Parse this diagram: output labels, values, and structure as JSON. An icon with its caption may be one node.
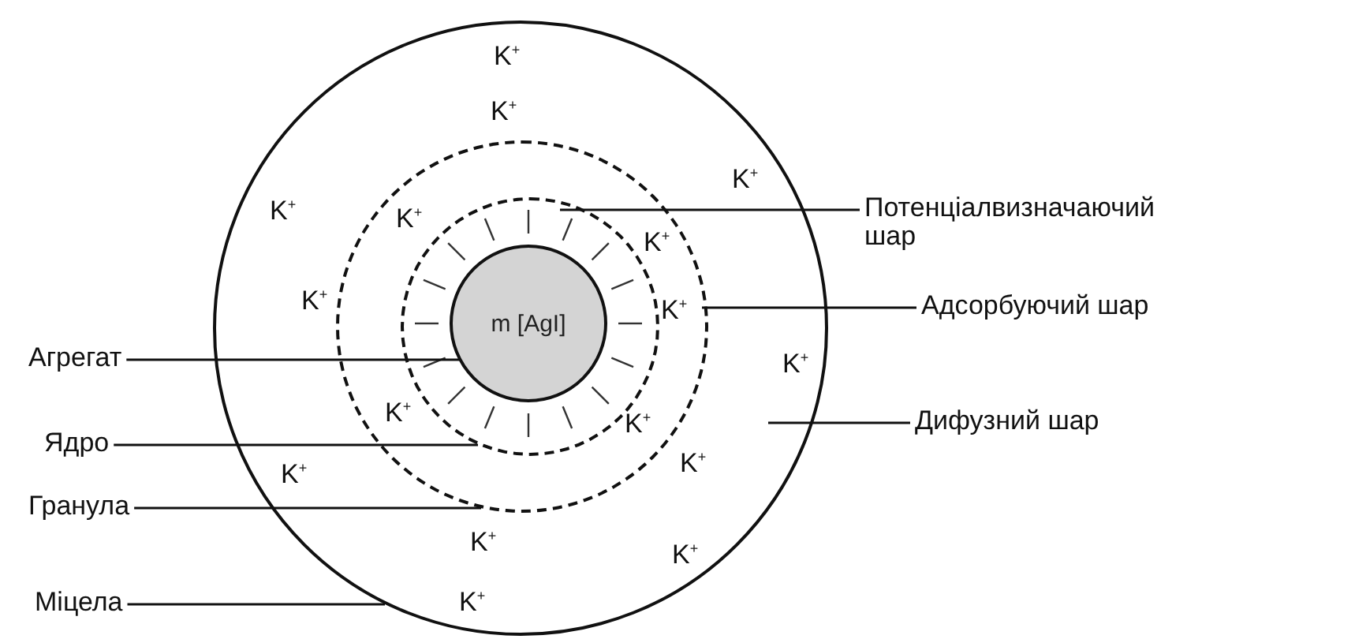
{
  "diagram": {
    "nodes": [
      {
        "text": [],
        "shape": "circle"
      },
      {
        "text": [],
        "shape": "circle",
        "in": 0
      },
      {
        "text": [],
        "shape": "circle",
        "in": 1
      },
      {
        "text": [
          "m [AgI]"
        ],
        "in": 2
      },
      {
        "text": [
          "Потенціалвизначаючий шар"
        ]
      },
      {
        "text": [
          "Адсорбуючий шар"
        ]
      },
      {
        "text": [
          "Агрегат"
        ]
      },
      {
        "text": [
          "Дифузний шар"
        ]
      },
      {
        "text": [
          "Ядро"
        ]
      },
      {
        "text": [
          "Гранула"
        ]
      },
      {
        "text": [
          "Міцела"
        ]
      }
    ],
    "edges": [
      {
        "from": 4,
        "to": 3,
        "arrow": "none"
      },
      {
        "from": 5,
        "to": 1,
        "arrow": "none"
      },
      {
        "from": 6,
        "to": 3,
        "arrow": "none"
      },
      {
        "from": 7,
        "to": null,
        "arrow": "none"
      },
      {
        "from": 8,
        "to": 2,
        "arrow": "none"
      },
      {
        "from": 9,
        "to": 1,
        "arrow": "none"
      },
      {
        "from": 10,
        "to": 0,
        "arrow": "none"
      }
    ],
    "labels": [
      "K$^{+}$",
      "K$^{+}$",
      "K$^{+}$",
      "K$^{+}$",
      "K$^{+}$",
      "K$^{+}$",
      "K$^{+}$",
      "K$^{+}$",
      "K$^{+}$",
      "K$^{+}$",
      "K$^{+}$",
      "K$^{+}$",
      "K$^{+}$",
      "K$^{+}$",
      "K$^{+}$",
      "K$^{+}$"
    ]
  }
}
